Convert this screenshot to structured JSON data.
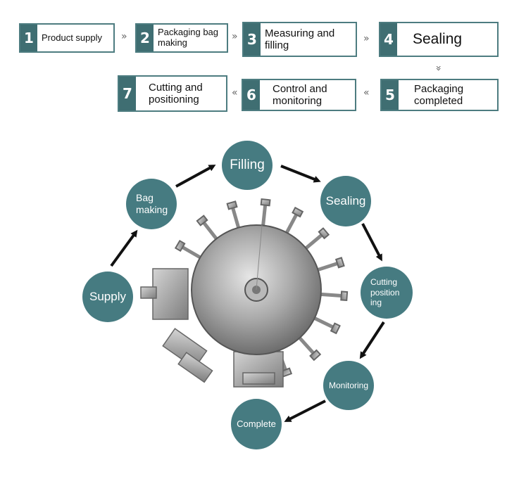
{
  "steps": [
    {
      "num": "1",
      "label": "Product supply"
    },
    {
      "num": "2",
      "label": "Packaging bag making"
    },
    {
      "num": "3",
      "label": "Measuring and filling"
    },
    {
      "num": "4",
      "label": "Sealing"
    },
    {
      "num": "5",
      "label": "Packaging completed"
    },
    {
      "num": "6",
      "label": "Control and monitoring"
    },
    {
      "num": "7",
      "label": "Cutting and positioning"
    }
  ],
  "chevrons": {
    "right": "»",
    "left": "«",
    "down": "»"
  },
  "cycle": {
    "supply": "Supply",
    "bag_making": "Bag making",
    "filling": "Filling",
    "sealing": "Sealing",
    "cutting": "Cutting position ing",
    "monitoring": "Monitoring",
    "complete": "Complete"
  },
  "colors": {
    "node": "#467b81",
    "step_num": "#3f6e72",
    "step_border": "#4d7c80"
  }
}
